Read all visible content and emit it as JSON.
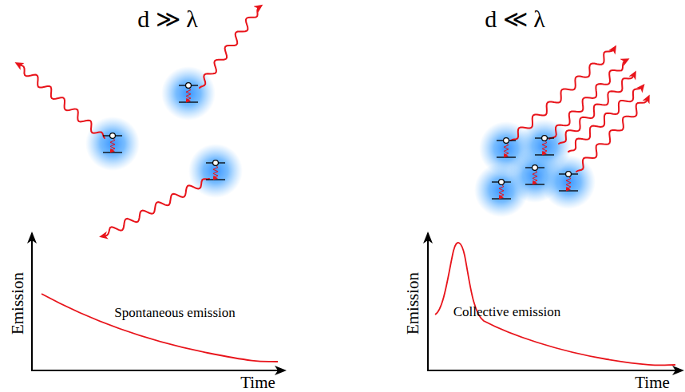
{
  "diagram": {
    "labels": [
      "d ≫ λ",
      "d ≪ λ",
      "Emission",
      "Time",
      "Spontaneous emission",
      "Emission",
      "Time",
      "Collective emission"
    ]
  }
}
